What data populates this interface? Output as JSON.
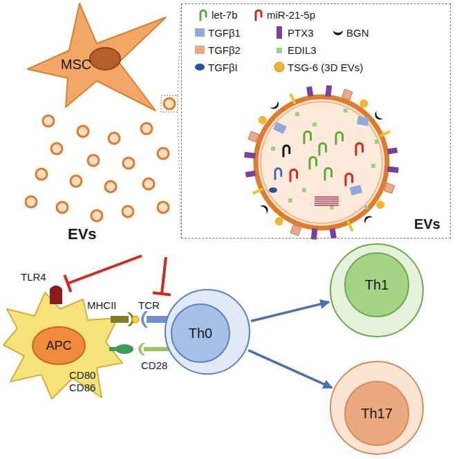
{
  "diagram": {
    "nodes": [
      {
        "text": [
          "MSC"
        ]
      },
      {
        "text": [
          "EVs"
        ]
      },
      {
        "text": [
          "APC"
        ]
      },
      {
        "text": [
          "Th0"
        ]
      },
      {
        "text": [
          "Th1"
        ]
      },
      {
        "text": [
          "Th17"
        ]
      }
    ],
    "edges": [
      {
        "from": 3,
        "to": 4,
        "arrow": "to"
      },
      {
        "from": 3,
        "to": 5,
        "arrow": "to"
      }
    ],
    "labels": [
      "EVs",
      "TLR4",
      "MHCII",
      "TCR",
      "CD80",
      "CD86",
      "CD28"
    ],
    "legend": [
      {
        "text": "let-7b",
        "color": "#5aab3c"
      },
      {
        "text": "miR-21-5p",
        "color": "#d8261f"
      },
      {
        "text": "TGFβ1",
        "color": "#8fa9d9"
      },
      {
        "text": "PTX3",
        "color": "#7b3fa0"
      },
      {
        "text": "BGN",
        "color": "#111111"
      },
      {
        "text": "TGFβ2",
        "color": "#e9a98a"
      },
      {
        "text": "EDIL3",
        "color": "#9bd08a"
      },
      {
        "text": "TGFβI",
        "color": "#2b4f9e"
      },
      {
        "text": "TSG-6 (3D EVs)",
        "color": "#f2b52e"
      }
    ]
  }
}
